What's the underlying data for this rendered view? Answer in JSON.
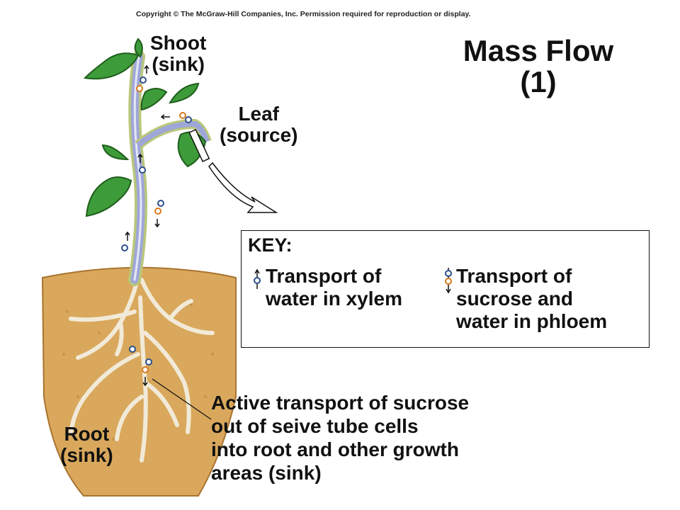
{
  "copyright": "Copyright © The McGraw-Hill Companies, Inc. Permission required for reproduction or display.",
  "title": {
    "line1": "Mass Flow",
    "line2": "(1)"
  },
  "labels": {
    "shoot": {
      "line1": "Shoot",
      "line2": "(sink)"
    },
    "leaf": {
      "line1": "Leaf",
      "line2": "(source)"
    },
    "root": {
      "line1": "Root",
      "line2": "(sink)"
    }
  },
  "key": {
    "title": "KEY:",
    "xylem": {
      "line1": "Transport of",
      "line2": "water in xylem"
    },
    "phloem": {
      "line1": "Transport of",
      "line2": "sucrose and",
      "line3": "water in phloem"
    }
  },
  "caption": {
    "line1": "Active transport of sucrose",
    "line2": "out of seive tube cells",
    "line3": "into root and other growth",
    "line4": "areas (sink)"
  },
  "colors": {
    "soil": "#d9a85c",
    "leaf": "#3e9b3a",
    "stem": "#9fa6d8",
    "xylem_dot": "#2b4f8c",
    "sucrose_dot": "#d9781e"
  }
}
